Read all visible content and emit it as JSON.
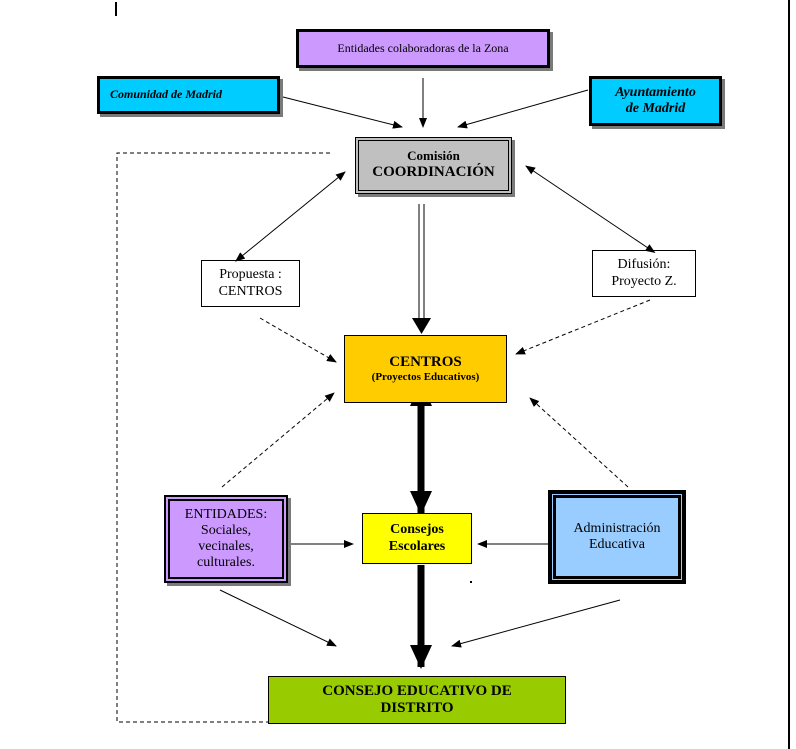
{
  "diagram": {
    "entidades_colaboradoras": "Entidades colaboradoras de la Zona",
    "comunidad_madrid": "Comunidad de  Madrid",
    "ayuntamiento_line1": "Ayuntamiento",
    "ayuntamiento_line2": "de Madrid",
    "comision_line1": "Comisión",
    "comision_line2": "COORDINACIÓN",
    "propuesta_line1": "Propuesta :",
    "propuesta_line2": "CENTROS",
    "difusion_line1": "Difusión:",
    "difusion_line2": "Proyecto Z.",
    "centros_title": "CENTROS",
    "centros_subtitle": "(Proyectos Educativos)",
    "entidades_line1": "ENTIDADES:",
    "entidades_line2": "Sociales,",
    "entidades_line3": "vecinales,",
    "entidades_line4": "culturales.",
    "consejos_line1": "Consejos",
    "consejos_line2": "Escolares",
    "administracion_line1": "Administración",
    "administracion_line2": "Educativa",
    "consejo_line1": "CONSEJO EDUCATIVO DE",
    "consejo_line2": "DISTRITO"
  },
  "colors": {
    "lavender": "#cc99ff",
    "cyan": "#00ccff",
    "gray": "#c0c0c0",
    "gold": "#ffcc00",
    "yellow": "#ffff00",
    "light_blue": "#99ccff",
    "green": "#99cc00"
  }
}
